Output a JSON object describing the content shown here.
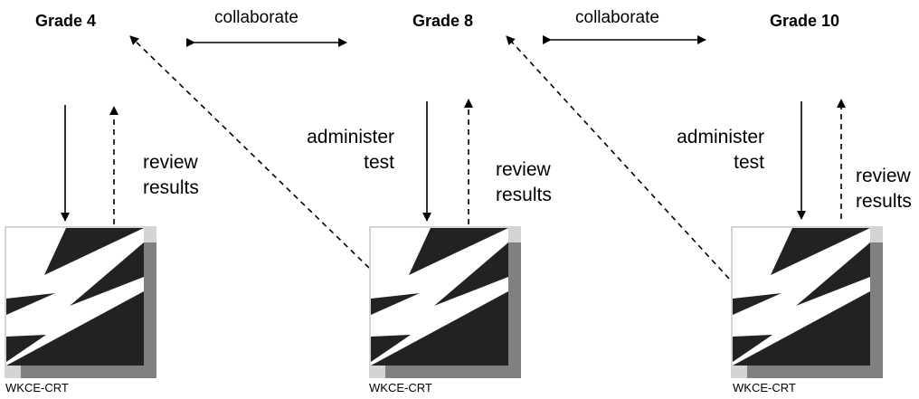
{
  "grades": [
    {
      "label": "Grade 4",
      "caption": "WKCE-CRT",
      "review": [
        "review",
        "results"
      ],
      "administer": []
    },
    {
      "label": "Grade 8",
      "caption": "WKCE-CRT",
      "review": [
        "review",
        "results"
      ],
      "administer": [
        "administer",
        "test"
      ]
    },
    {
      "label": "Grade 10",
      "caption": "WKCE-CRT",
      "review": [
        "review",
        "results"
      ],
      "administer": [
        "administer",
        "test"
      ]
    }
  ],
  "collaborate": [
    "collaborate",
    "collaborate"
  ],
  "logo_icon": "lightning-bolt-logo-icon",
  "colors": {
    "logo_bg": "#222222",
    "logo_shadow": "#808080",
    "logo_frame": "#d4d4d4",
    "bolt": "#ffffff"
  }
}
